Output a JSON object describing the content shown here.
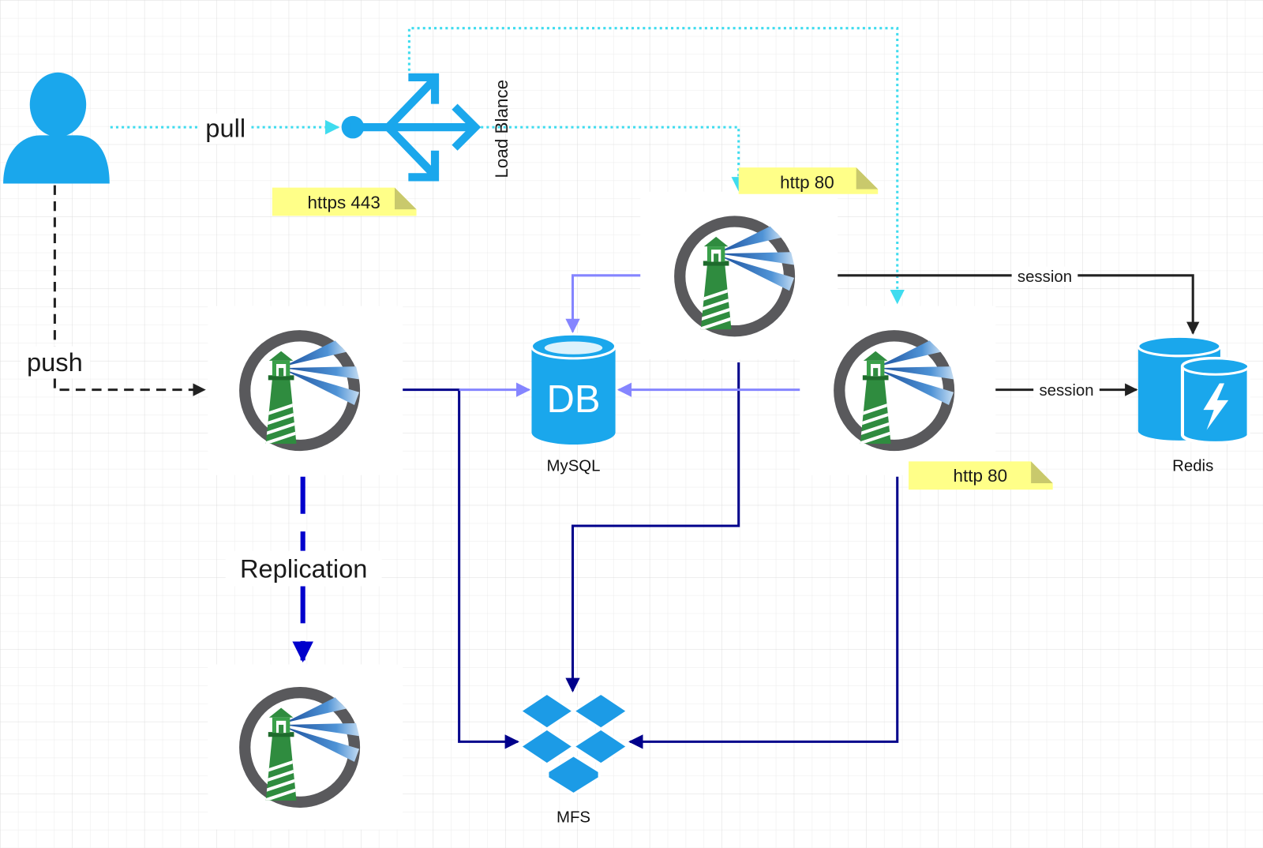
{
  "canvas": {
    "grid": true
  },
  "user": {
    "icon": "user-icon"
  },
  "load_balancer": {
    "icon": "load-balancer-icon",
    "label": "Load Blance"
  },
  "edge_labels": {
    "pull": "pull",
    "push": "push",
    "replication": "Replication",
    "session_top": "session",
    "session_right": "session"
  },
  "notes": {
    "https": "https 443",
    "http_top": "http 80",
    "http_right": "http 80"
  },
  "harbor_nodes": {
    "top": {
      "icon": "harbor-icon"
    },
    "left": {
      "icon": "harbor-icon"
    },
    "right": {
      "icon": "harbor-icon"
    },
    "bottom": {
      "icon": "harbor-icon"
    }
  },
  "mysql": {
    "icon": "database-icon",
    "badge": "DB",
    "label": "MySQL"
  },
  "redis": {
    "icon": "redis-icon",
    "label": "Redis"
  },
  "mfs": {
    "icon": "dropbox-icon",
    "label": "MFS"
  },
  "colors": {
    "icon_blue": "#1aa7ec",
    "dotted_cyan": "#3fdcef",
    "navy": "#00008b",
    "purple": "#8585ff",
    "black": "#222222",
    "replication_blue": "#0000cc",
    "note_yellow": "#ffff88",
    "note_fold": "#c9c96c",
    "harbor_ring": "#59595c",
    "harbor_green": "#2f8c3f"
  }
}
